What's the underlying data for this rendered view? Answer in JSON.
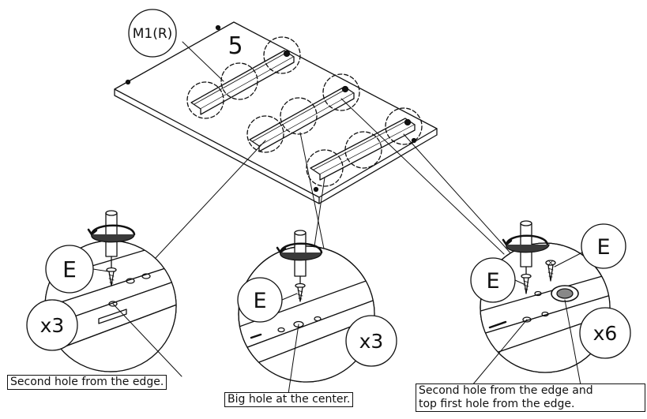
{
  "step": {
    "number": "5",
    "panel_label": "M1(R)"
  },
  "callouts": {
    "left": {
      "screw_label": "E",
      "quantity": "x3"
    },
    "center": {
      "screw_label": "E",
      "quantity": "x3"
    },
    "right": {
      "screw_label_front": "E",
      "screw_label_back": "E",
      "quantity": "x6"
    }
  },
  "notes": {
    "left": "Second hole from the edge.",
    "center": "Big hole at the center.",
    "right_line1": "Second hole from the edge and",
    "right_line2": "top first hole from the edge."
  },
  "colors": {
    "ink": "#111111",
    "paper": "#ffffff",
    "shadow": "#3a3a3a"
  }
}
